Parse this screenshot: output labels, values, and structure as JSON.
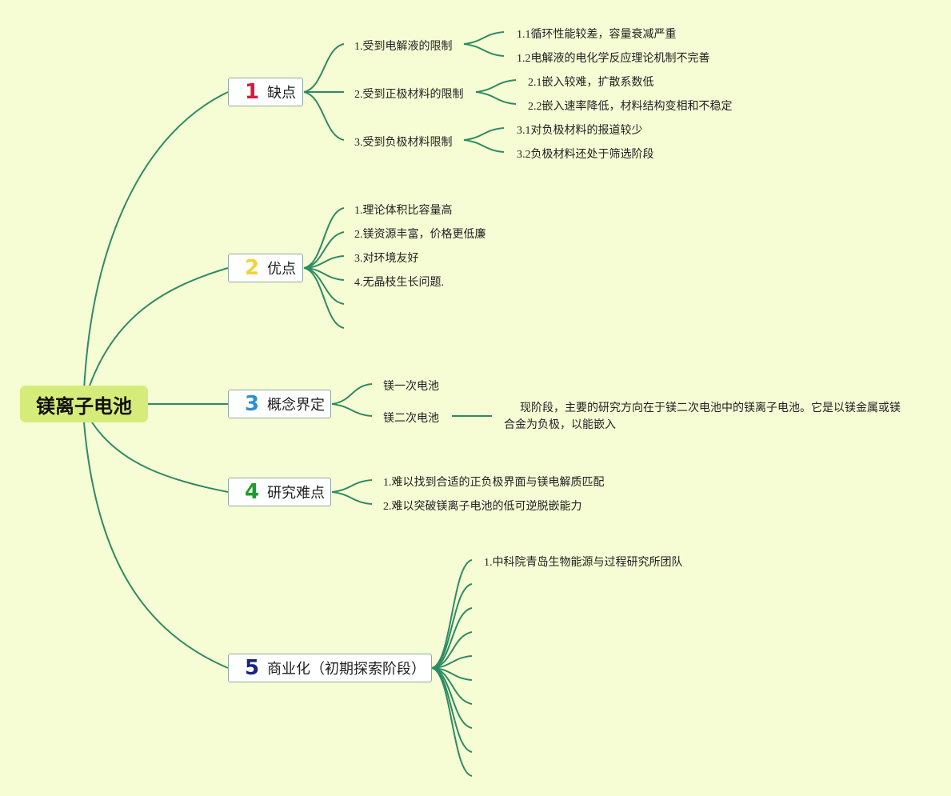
{
  "root": {
    "label": "镁离子电池"
  },
  "topics": [
    {
      "num": "1",
      "label": "缺点",
      "color": "#d81b3c"
    },
    {
      "num": "2",
      "label": "优点",
      "color": "#f2d23c"
    },
    {
      "num": "3",
      "label": "概念界定",
      "color": "#2f8fd8"
    },
    {
      "num": "4",
      "label": "研究难点",
      "color": "#1d9d2e"
    },
    {
      "num": "5",
      "label": "商业化（初期探索阶段）",
      "color": "#1a237e"
    }
  ],
  "disadvantages": [
    {
      "label": "1.受到电解液的限制",
      "children": [
        "1.1循环性能较差，容量衰减严重",
        "1.2电解液的电化学反应理论机制不完善"
      ]
    },
    {
      "label": "2.受到正极材料的限制",
      "children": [
        "2.1嵌入较难，扩散系数低",
        "2.2嵌入速率降低，材料结构变相和不稳定"
      ]
    },
    {
      "label": "3.受到负极材料限制",
      "children": [
        "3.1对负极材料的报道较少",
        "3.2负极材料还处于筛选阶段"
      ]
    }
  ],
  "advantages": [
    "1.理论体积比容量高",
    "2.镁资源丰富，价格更低廉",
    "3.对环境友好",
    "4.无晶枝生长问题."
  ],
  "concepts": {
    "primary": "镁一次电池",
    "secondary": "镁二次电池",
    "secondary_note": "现阶段，主要的研究方向在于镁二次电池中的镁离子电池。它是以镁金属或镁合金为负极，以能嵌入"
  },
  "difficulties": [
    "1.难以找到合适的正负极界面与镁电解质匹配",
    "2.难以突破镁离子电池的低可逆脱嵌能力"
  ],
  "commercial": [
    "1.中科院青岛生物能源与过程研究所团队"
  ]
}
